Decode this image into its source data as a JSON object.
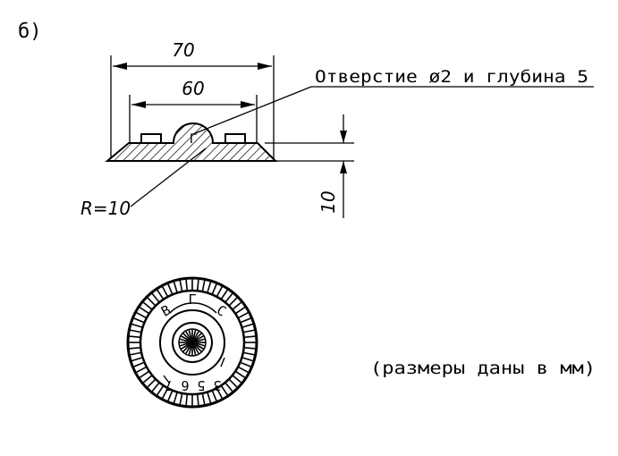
{
  "figure": {
    "panel_label": "б)",
    "color": "#000000"
  },
  "section_view": {
    "dim_overall": "70",
    "dim_inner": "60",
    "hole_callout": "Отверстие ø2 и глубина 5",
    "hole_label": "Г",
    "radius_label": "R=10",
    "dim_height": "10"
  },
  "top_view": {
    "labels": {
      "b": "В",
      "g": "Г",
      "c": "С"
    },
    "arc_text": "3 5 6 7",
    "units_note": "(размеры даны в мм)"
  }
}
